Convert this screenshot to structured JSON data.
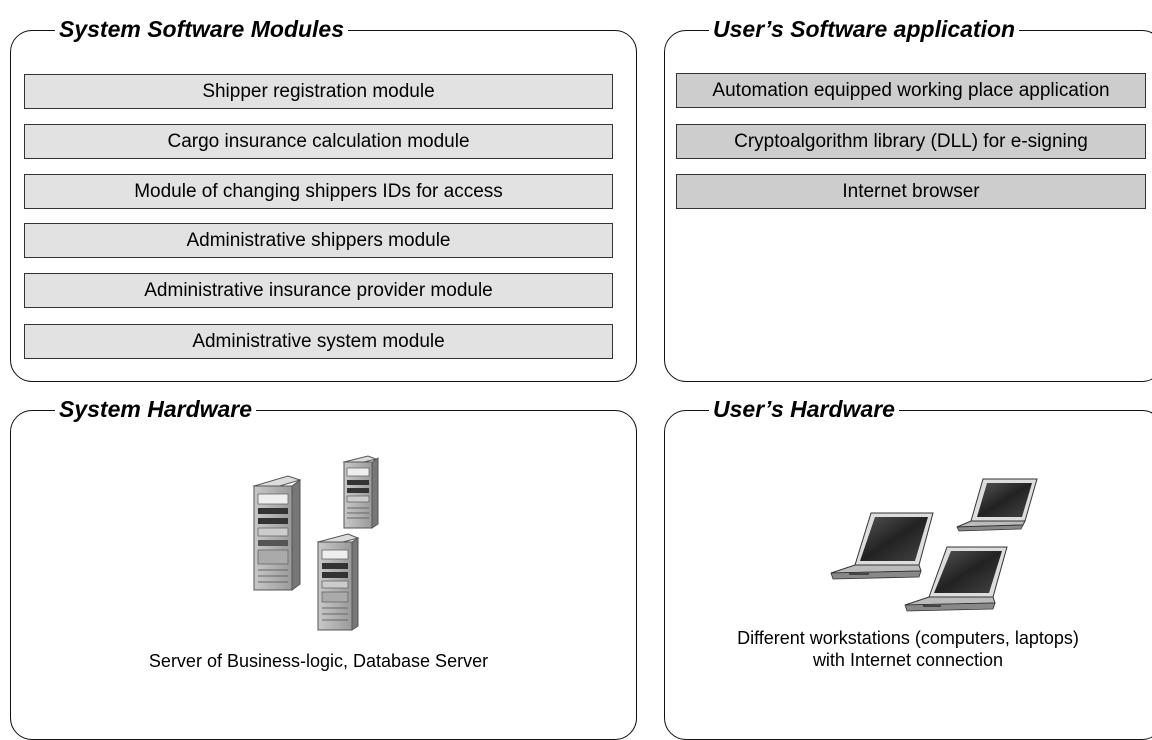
{
  "panels": {
    "system_software": {
      "title": "System Software Modules",
      "modules": [
        "Shipper registration module",
        "Cargo insurance calculation module",
        "Module of changing shippers IDs for access",
        "Administrative shippers module",
        "Administrative insurance provider module",
        "Administrative system module"
      ]
    },
    "user_software": {
      "title": "User’s Software application",
      "modules": [
        "Automation equipped working place application",
        "Cryptoalgorithm library (DLL) for e-signing",
        "Internet browser"
      ]
    },
    "system_hardware": {
      "title": "System Hardware",
      "caption": "Server of Business-logic, Database Server",
      "icon": "server-tower-icon"
    },
    "user_hardware": {
      "title": "User’s Hardware",
      "caption_line1": "Different workstations (computers, laptops)",
      "caption_line2": "with Internet connection",
      "icon": "laptop-icon"
    }
  },
  "colors": {
    "module_fill_system": "#e2e2e2",
    "module_fill_user": "#cdcdcd",
    "border": "#111111"
  }
}
